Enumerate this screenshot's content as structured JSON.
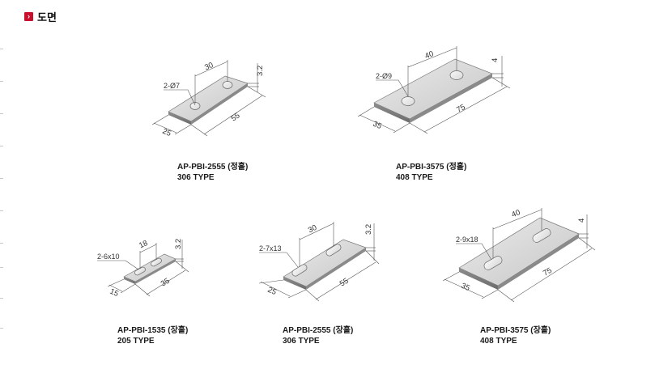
{
  "header": {
    "icon": "arrow-right-icon",
    "title": "도면"
  },
  "drawings": [
    {
      "callout": "2-Ø7",
      "dims": {
        "spacing": "30",
        "thickness": "3.2",
        "width": "25",
        "length": "55"
      },
      "caption": {
        "model": "AP-PBI-2555 (정홀)",
        "type": "306 TYPE"
      }
    },
    {
      "callout": "2-Ø9",
      "dims": {
        "spacing": "40",
        "thickness": "4",
        "width": "35",
        "length": "75"
      },
      "caption": {
        "model": "AP-PBI-3575 (정홀)",
        "type": "408 TYPE"
      }
    },
    {
      "callout": "2-6x10",
      "dims": {
        "spacing": "18",
        "thickness": "3.2",
        "width": "15",
        "length": "35"
      },
      "caption": {
        "model": "AP-PBI-1535 (장홀)",
        "type": "205 TYPE"
      }
    },
    {
      "callout": "2-7x13",
      "dims": {
        "spacing": "30",
        "thickness": "3.2",
        "width": "25",
        "length": "55"
      },
      "caption": {
        "model": "AP-PBI-2555 (장홀)",
        "type": "306 TYPE"
      }
    },
    {
      "callout": "2-9x18",
      "dims": {
        "spacing": "40",
        "thickness": "4",
        "width": "35",
        "length": "75"
      },
      "caption": {
        "model": "AP-PBI-3575 (장홀)",
        "type": "408 TYPE"
      }
    }
  ]
}
